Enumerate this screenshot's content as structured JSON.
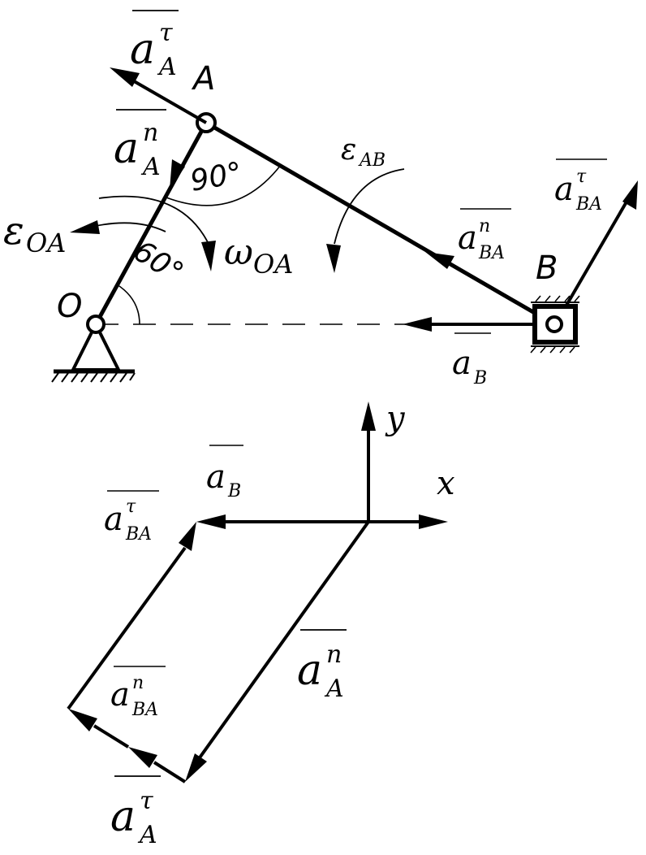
{
  "mechanism": {
    "point_A": "A",
    "point_B": "B",
    "point_O": "O",
    "angle_at_A": "90°",
    "angle_at_O": "60°"
  },
  "vectors": {
    "aA_tau": {
      "main": "a",
      "sup": "τ",
      "sub": "A"
    },
    "aA_n": {
      "main": "a",
      "sup": "n",
      "sub": "A"
    },
    "aBA_tau": {
      "main": "a",
      "sup": "τ",
      "sub": "BA"
    },
    "aBA_n": {
      "main": "a",
      "sup": "n",
      "sub": "BA"
    },
    "aB": {
      "main": "a",
      "sub": "B"
    }
  },
  "angular": {
    "eps_OA": {
      "main": "ε",
      "sub": "OA"
    },
    "omega_OA": {
      "main": "ω",
      "sub": "OA"
    },
    "eps_AB": {
      "main": "ε",
      "sub": "AB"
    }
  },
  "polygon": {
    "axis_x": "x",
    "axis_y": "y"
  }
}
